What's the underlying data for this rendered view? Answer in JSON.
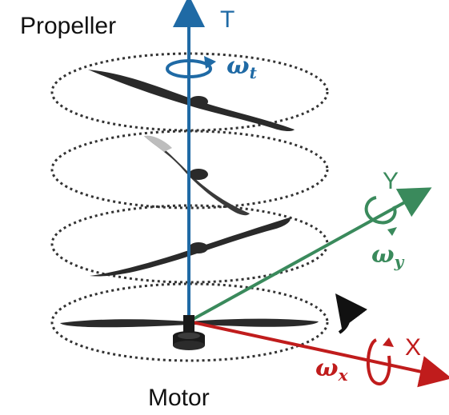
{
  "labels": {
    "propeller": "Propeller",
    "motor": "Motor",
    "thrust_axis": "T",
    "y_axis": "Y",
    "x_axis": "X",
    "omega_symbol": "ω",
    "omega_t_sub": "t",
    "omega_y_sub": "y",
    "omega_x_sub": "x"
  },
  "colors": {
    "thrust_axis": "#1f6aa5",
    "y_axis": "#3a8a5c",
    "x_axis": "#c01c1c",
    "propeller_blade": "#2a2a2a",
    "disk_outline": "#333333",
    "motor": "#1a1a1a",
    "text": "#111111"
  }
}
